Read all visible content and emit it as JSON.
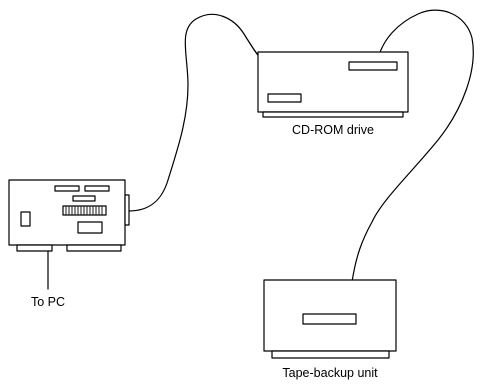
{
  "labels": {
    "cd_rom": "CD-ROM drive",
    "to_pc": "To PC",
    "tape_backup": "Tape-backup unit"
  },
  "colors": {
    "stroke": "#000000",
    "background": "#ffffff"
  }
}
